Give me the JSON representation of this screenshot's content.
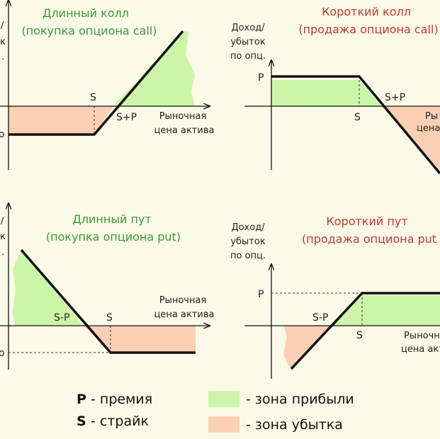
{
  "colors": {
    "profit": "#ccf5a8",
    "loss": "#fbcfb3",
    "long_title": "#3b9a3b",
    "short_title": "#c8352e",
    "line": "#111111"
  },
  "panels": {
    "long_call": {
      "title1": "Длинный колл",
      "title2": "(покупка опциона call)",
      "s_label": "S",
      "sp_label": "S+P",
      "x_label1": "Рыночная",
      "x_label2": "цена актива",
      "y_frag1": "/",
      "y_frag2": "к",
      "y_frag3": ".",
      "p_frag": "о"
    },
    "short_call": {
      "title1": "Короткий колл",
      "title2": "(продажа опциона call)",
      "y_label1": "Доход/",
      "y_label2": "убыток",
      "y_label3": "по опц.",
      "p_label": "P",
      "s_label": "S",
      "sp_label": "S+P",
      "x_frag1": "Ры",
      "x_frag2": "цена"
    },
    "long_put": {
      "title1": "Длинный пут",
      "title2": "(покупка опциона put)",
      "s_label": "S",
      "sp_label": "S-P",
      "x_label1": "Рыночная",
      "x_label2": "цена актива",
      "y_frag1": "/",
      "y_frag2": "к",
      "y_frag3": ".",
      "p_frag": "о"
    },
    "short_put": {
      "title1": "Короткий пут",
      "title2": "(продажа опциона put",
      "y_label1": "Доход/",
      "y_label2": "убыток",
      "y_label3": "по опц.",
      "p_label": "P",
      "s_label": "S",
      "sp_label": "S-P",
      "x_label1": "Рыночн",
      "x_label2": "цена акти"
    }
  },
  "legend": {
    "p_key": "P",
    "p_text": "- премия",
    "s_key": "S",
    "s_text": "- страйк",
    "profit_text": "- зона прибыли",
    "loss_text": "- зона убытка"
  }
}
